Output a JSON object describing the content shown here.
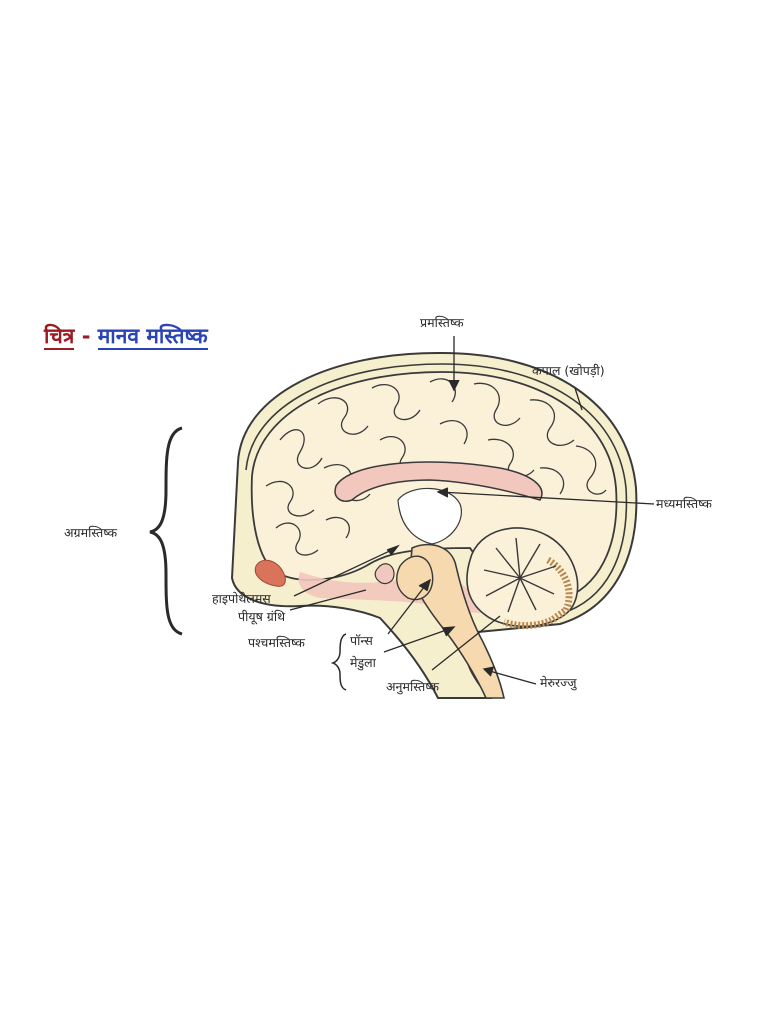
{
  "title": {
    "prefix": "चित्र",
    "separator": "-",
    "main": "मानव मस्तिष्क"
  },
  "labels": {
    "cerebrum": "प्रमस्तिष्क",
    "skull": "कपाल (खोपड़ी)",
    "midbrain": "मध्यमस्तिष्क",
    "forebrain": "अग्रमस्तिष्क",
    "hypothalamus": "हाइपोथैलमस",
    "pituitary": "पीयूष ग्रंथि",
    "hindbrain": "पश्चमस्तिष्क",
    "pons": "पॉन्स",
    "medulla": "मेडुला",
    "cerebellum": "अनुमस्तिष्क",
    "spinal_cord": "मेरुरज्जु"
  },
  "colors": {
    "skull_fill": "#f6efce",
    "brain_fill": "#fbf1d9",
    "outline": "#3a3a3a",
    "stem_fill": "#f6d9ae",
    "pink": "#f2c7bd",
    "title_red": "#9a1b24",
    "title_blue": "#2a44b8"
  }
}
